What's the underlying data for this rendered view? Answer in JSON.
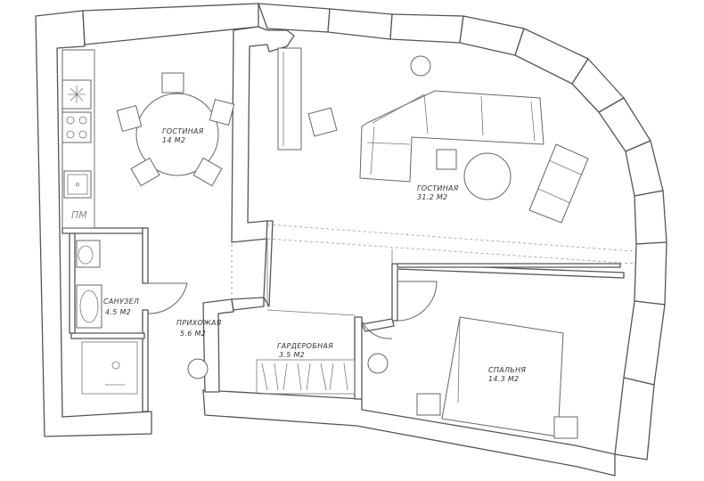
{
  "rooms": {
    "living_left": {
      "name": "ГОСТИНАЯ",
      "area": "14  М2"
    },
    "living_main": {
      "name": "ГОСТИНАЯ",
      "area": "31.2  М2"
    },
    "bathroom": {
      "name": "САНУЗЕЛ",
      "area": "4.5  М2"
    },
    "hallway": {
      "name": "ПРИХОЖАЯ",
      "area": "5.6  М2"
    },
    "wardrobe": {
      "name": "ГАРДЕРОБНАЯ",
      "area": "3.5  М2"
    },
    "bedroom": {
      "name": "СПАЛЬНЯ",
      "area": "14.3  М2"
    }
  },
  "fixtures": {
    "dishwasher_label": "ПМ"
  }
}
